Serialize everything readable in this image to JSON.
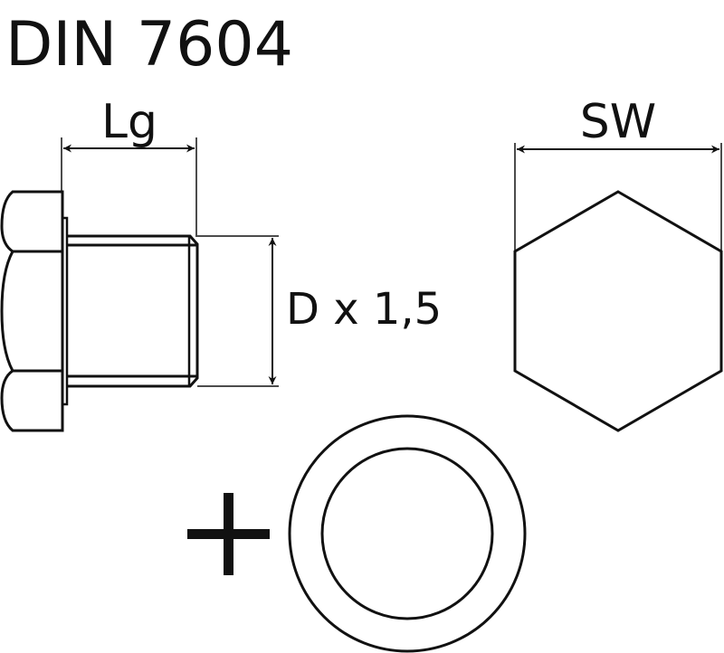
{
  "title": "DIN 7604",
  "labels": {
    "length": "Lg",
    "thread": "D x 1,5",
    "wrench_size": "SW"
  },
  "colors": {
    "line": "#111111",
    "background": "#ffffff"
  }
}
